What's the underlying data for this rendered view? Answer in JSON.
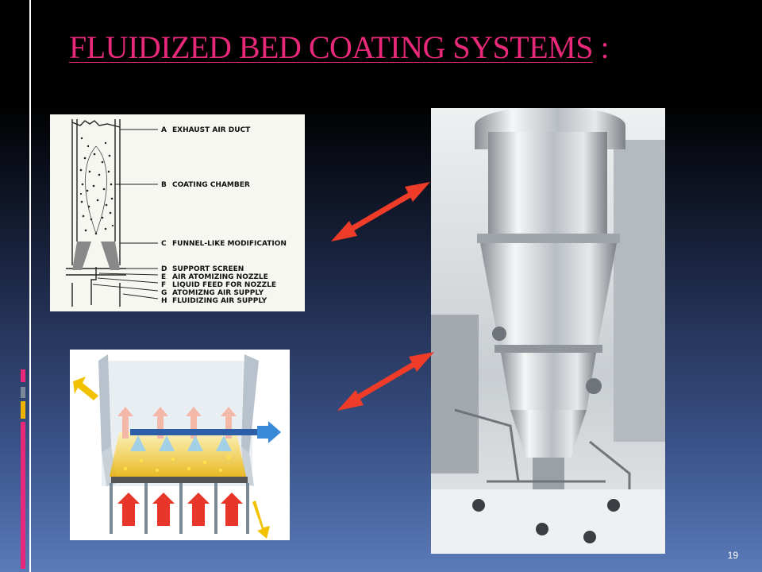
{
  "slide": {
    "title": "FLUIDIZED BED COATING SYSTEMS",
    "title_suffix": " :",
    "page_number": "19",
    "title_color": "#e8297a",
    "arrow_color": "#ee3c28"
  },
  "diagram": {
    "labels": [
      {
        "letter": "A",
        "text": "EXHAUST AIR DUCT"
      },
      {
        "letter": "B",
        "text": "COATING CHAMBER"
      },
      {
        "letter": "C",
        "text": "FUNNEL-LIKE MODIFICATION"
      },
      {
        "letter": "D",
        "text": "SUPPORT SCREEN"
      },
      {
        "letter": "E",
        "text": "AIR ATOMIZING NOZZLE"
      },
      {
        "letter": "F",
        "text": "LIQUID FEED FOR NOZZLE"
      },
      {
        "letter": "G",
        "text": "ATOMIZNG AIR SUPPLY"
      },
      {
        "letter": "H",
        "text": "FLUIDIZING AIR SUPPLY"
      }
    ]
  }
}
